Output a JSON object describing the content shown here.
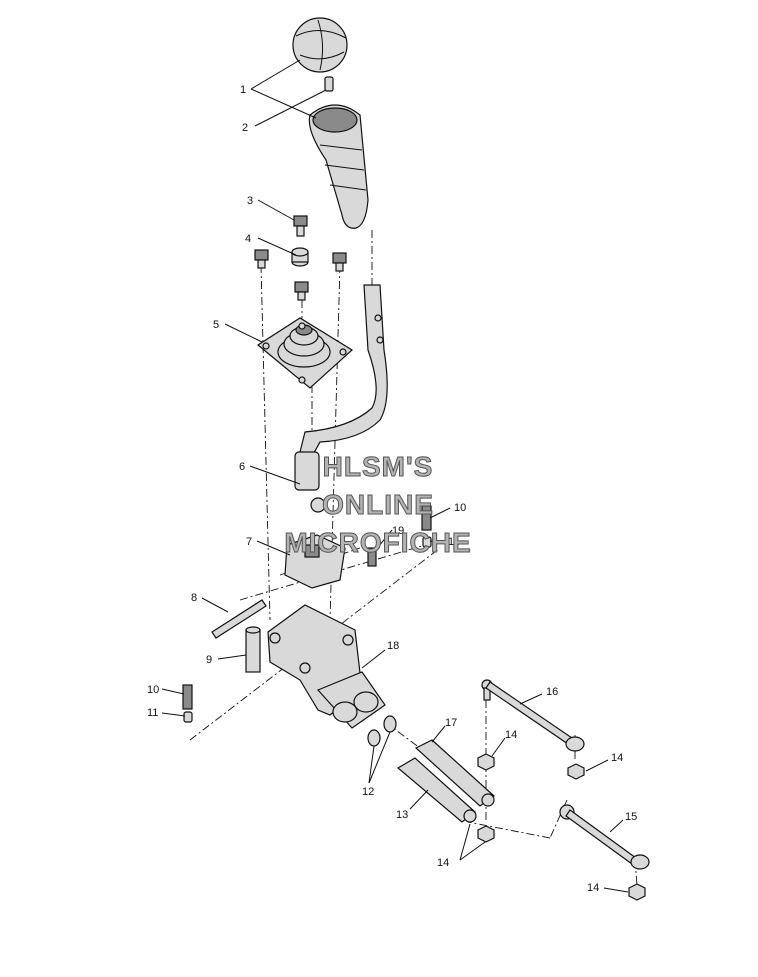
{
  "diagram": {
    "callouts": [
      {
        "id": "c1",
        "text": "1"
      },
      {
        "id": "c2",
        "text": "2"
      },
      {
        "id": "c3",
        "text": "3"
      },
      {
        "id": "c4",
        "text": "4"
      },
      {
        "id": "c5",
        "text": "5"
      },
      {
        "id": "c6",
        "text": "6"
      },
      {
        "id": "c7",
        "text": "7"
      },
      {
        "id": "c8",
        "text": "8"
      },
      {
        "id": "c9",
        "text": "9"
      },
      {
        "id": "c10a",
        "text": "10"
      },
      {
        "id": "c10b",
        "text": "10"
      },
      {
        "id": "c11a",
        "text": "11"
      },
      {
        "id": "c11b",
        "text": "11"
      },
      {
        "id": "c12",
        "text": "12"
      },
      {
        "id": "c13",
        "text": "13"
      },
      {
        "id": "c14a",
        "text": "14"
      },
      {
        "id": "c14b",
        "text": "14"
      },
      {
        "id": "c14c",
        "text": "14"
      },
      {
        "id": "c14d",
        "text": "14"
      },
      {
        "id": "c15",
        "text": "15"
      },
      {
        "id": "c16",
        "text": "16"
      },
      {
        "id": "c17",
        "text": "17"
      },
      {
        "id": "c18",
        "text": "18"
      },
      {
        "id": "c19",
        "text": "19"
      }
    ],
    "watermark": [
      "HLSM'S",
      "ONLINE",
      "MICROFICHE"
    ]
  }
}
